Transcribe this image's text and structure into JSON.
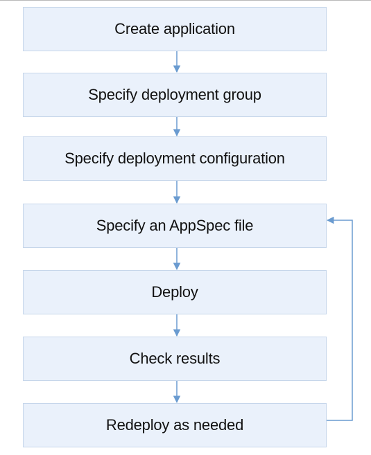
{
  "diagram": {
    "steps": [
      {
        "label": "Create application"
      },
      {
        "label": "Specify deployment group"
      },
      {
        "label": "Specify deployment configuration"
      },
      {
        "label": "Specify an AppSpec file"
      },
      {
        "label": "Deploy"
      },
      {
        "label": "Check results"
      },
      {
        "label": "Redeploy as needed"
      }
    ],
    "loop": {
      "from": 6,
      "to": 3
    },
    "colors": {
      "box_fill": "#eaf1fb",
      "box_border": "#c6d6ea",
      "arrow": "#6a9bd0",
      "text": "#111111"
    }
  }
}
